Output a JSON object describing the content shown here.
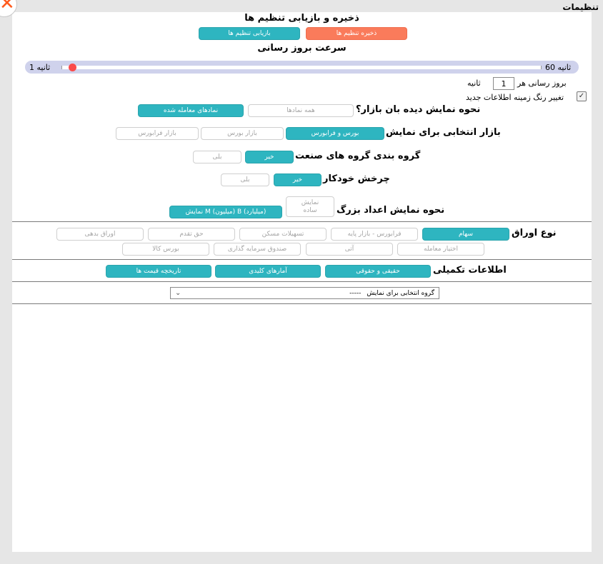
{
  "window": {
    "title": "تنظیمات"
  },
  "header": {
    "save_section_title": "ذخیره و بازیابی تنظیم ها",
    "save_button": "ذخیره تنظیم ها",
    "restore_button": "بازیابی تنظیم ها",
    "refresh_speed_title": "سرعت بروز رسانی"
  },
  "slider": {
    "left_label": "1 ثانیه",
    "right_label": "ثانیه 60",
    "value": 1,
    "min": 1,
    "max": 60
  },
  "refresh": {
    "prefix": "بروز رسانی هر",
    "value": "1",
    "suffix": "ثانیه"
  },
  "highlight": {
    "checkbox_label": "تغییر رنگ زمینه اطلاعات جدید",
    "checked": true
  },
  "sections": {
    "watch_view": {
      "label": "نحوه نمایش دیده بان بازار؟",
      "options": [
        "همه نمادها",
        "نمادهای معامله شده"
      ],
      "selected": 1
    },
    "market": {
      "label": "بازار انتخابی برای نمایش",
      "options": [
        "بورس و فرابورس",
        "بازار بورس",
        "بازار فرابورس"
      ],
      "selected": 0
    },
    "industry_group": {
      "label": "گروه بندی گروه های صنعت",
      "options": [
        "خیر",
        "بلی"
      ],
      "selected": 0
    },
    "auto_rotate": {
      "label": "چرخش خودکار",
      "options": [
        "خیر",
        "بلی"
      ],
      "selected": 0
    },
    "large_numbers": {
      "label": "نحوه نمایش اعداد بزرگ",
      "simple_line1": "نمایش",
      "simple_line2": "ساده",
      "mb_option": "نمایش M (میلیون) B (میلیارد)",
      "selected": "mb"
    },
    "securities": {
      "label": "نوع اوراق",
      "row1": [
        "سهام",
        "فرابورس - بازار پایه",
        "تسهیلات مسکن",
        "حق تقدم",
        "اوراق بدهی"
      ],
      "row2": [
        "اختیار معامله",
        "آتی",
        "صندوق سرمایه گذاری",
        "بورس کالا"
      ],
      "selected": 0
    },
    "extra_info": {
      "label": "اطلاعات تکمیلی",
      "options": [
        "حقیقی و حقوقی",
        "آمارهای کلیدی",
        "تاریخچه قیمت ها"
      ]
    }
  },
  "group_select": {
    "label": "گروه انتخابی برای نمایش",
    "value": "-----"
  },
  "colors": {
    "accent": "#2eb5c0",
    "save": "#fa7b5b",
    "slider_bg": "#cfd2ec",
    "thumb": "#fa4a4a"
  }
}
